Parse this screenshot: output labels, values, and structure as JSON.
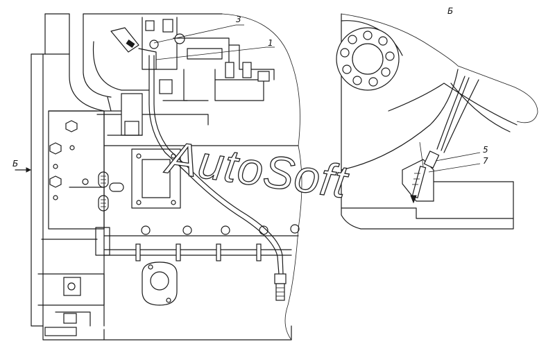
{
  "drawing": {
    "view_label_top": "Б",
    "view_arrow_label": "Б",
    "callouts": {
      "c1": "1",
      "c3": "3",
      "c5": "5",
      "c7": "7"
    },
    "watermark": "AutoSoft"
  }
}
